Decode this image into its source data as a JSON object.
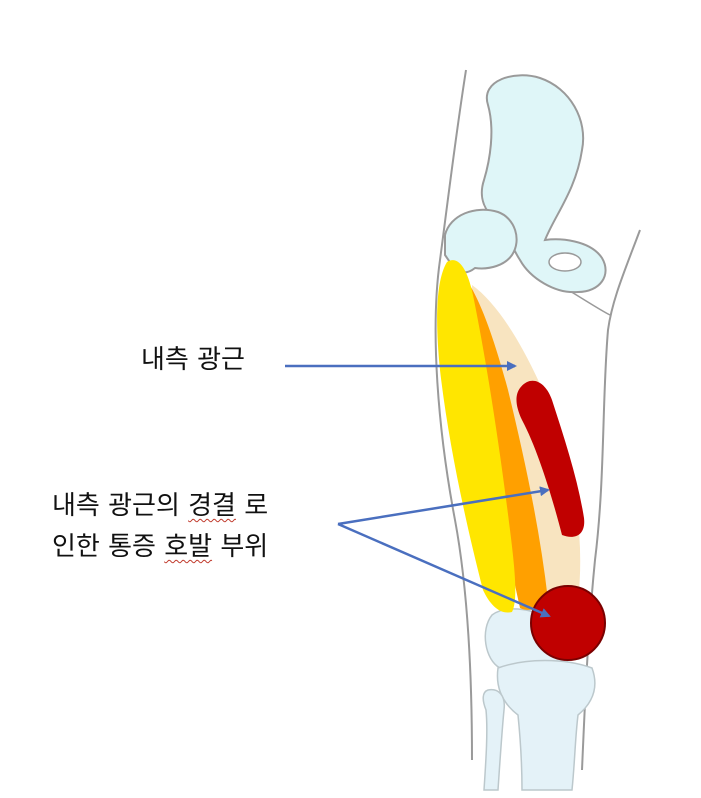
{
  "labels": {
    "vastus_medialis": "내측 광근",
    "trigger_line1_prefix": "내측 광근의 ",
    "trigger_line1_word": "경결",
    "trigger_line1_suffix": " 로",
    "trigger_line2_prefix": "인한 통증 ",
    "trigger_line2_word": "호발",
    "trigger_line2_suffix": " 부위"
  },
  "colors": {
    "bone": "#dff6f8",
    "outline": "#9a9a9a",
    "muscle_outer": "#ffe600",
    "muscle_middle": "#ffa000",
    "muscle_inner": "#f8e4c0",
    "pain_zone": "#c00000",
    "arrow": "#4a6fbf"
  }
}
